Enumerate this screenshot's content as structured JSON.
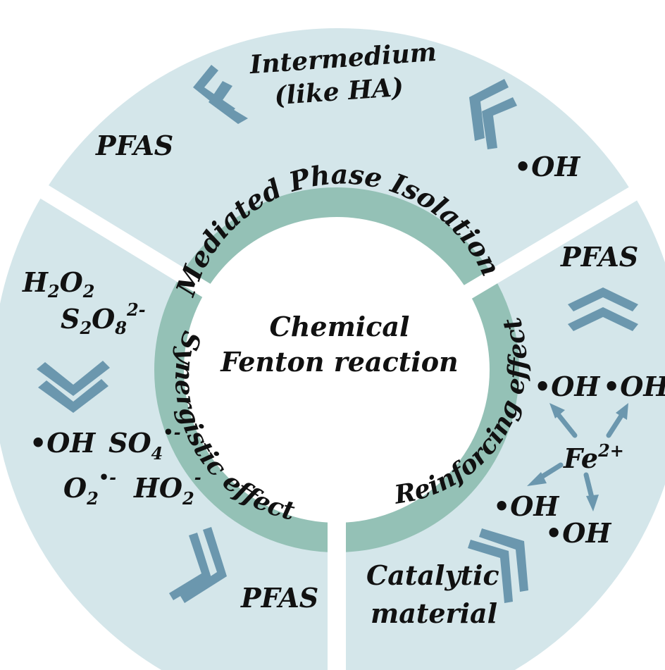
{
  "colors": {
    "outer_ring": "#d4e6ea",
    "inner_band": "#94c1b6",
    "arrow": "#6b97ae",
    "text": "#111111",
    "background": "#ffffff"
  },
  "center": {
    "line1": "Chemical",
    "line2": "Fenton reaction"
  },
  "inner_ring": {
    "top": "Mediated Phase Isolation",
    "left": "Synergistic effect",
    "right": "Reinforcing effect"
  },
  "top_segment": {
    "intermediate_line1": "Intermedium",
    "intermediate_line2": "(like HA)",
    "pfas": "PFAS",
    "radical": "•OH",
    "arrow_icons": [
      "chevron-left-icon",
      "chevron-up-left-icon"
    ]
  },
  "left_segment": {
    "oxidant1_main": "H",
    "oxidant1_sub1": "2",
    "oxidant1_mid": "O",
    "oxidant1_sub2": "2",
    "oxidant2_main": "S",
    "oxidant2_sub1": "2",
    "oxidant2_mid": "O",
    "oxidant2_sub2": "8",
    "oxidant2_sup": "2-",
    "radical_oh": "•OH",
    "radical_so4_main": "SO",
    "radical_so4_sub": "4",
    "radical_so4_sup": "•-",
    "radical_o2_main": "O",
    "radical_o2_sub": "2",
    "radical_o2_sup": "•-",
    "radical_ho2_main": "HO",
    "radical_ho2_sub": "2",
    "radical_ho2_sup": "-",
    "pfas": "PFAS",
    "arrow_icons": [
      "chevron-down-icon",
      "chevron-down-right-icon"
    ]
  },
  "right_segment": {
    "pfas": "PFAS",
    "oh_top_left": "•OH",
    "oh_top_right": "•OH",
    "fe_main": "Fe",
    "fe_sup": "2+",
    "oh_bottom_left": "•OH",
    "oh_bottom_right": "•OH",
    "catalytic_line1": "Catalytic",
    "catalytic_line2": "material",
    "arrow_icons": [
      "chevron-up-icon",
      "chevron-up-right-icon",
      "arrow-icon"
    ]
  }
}
